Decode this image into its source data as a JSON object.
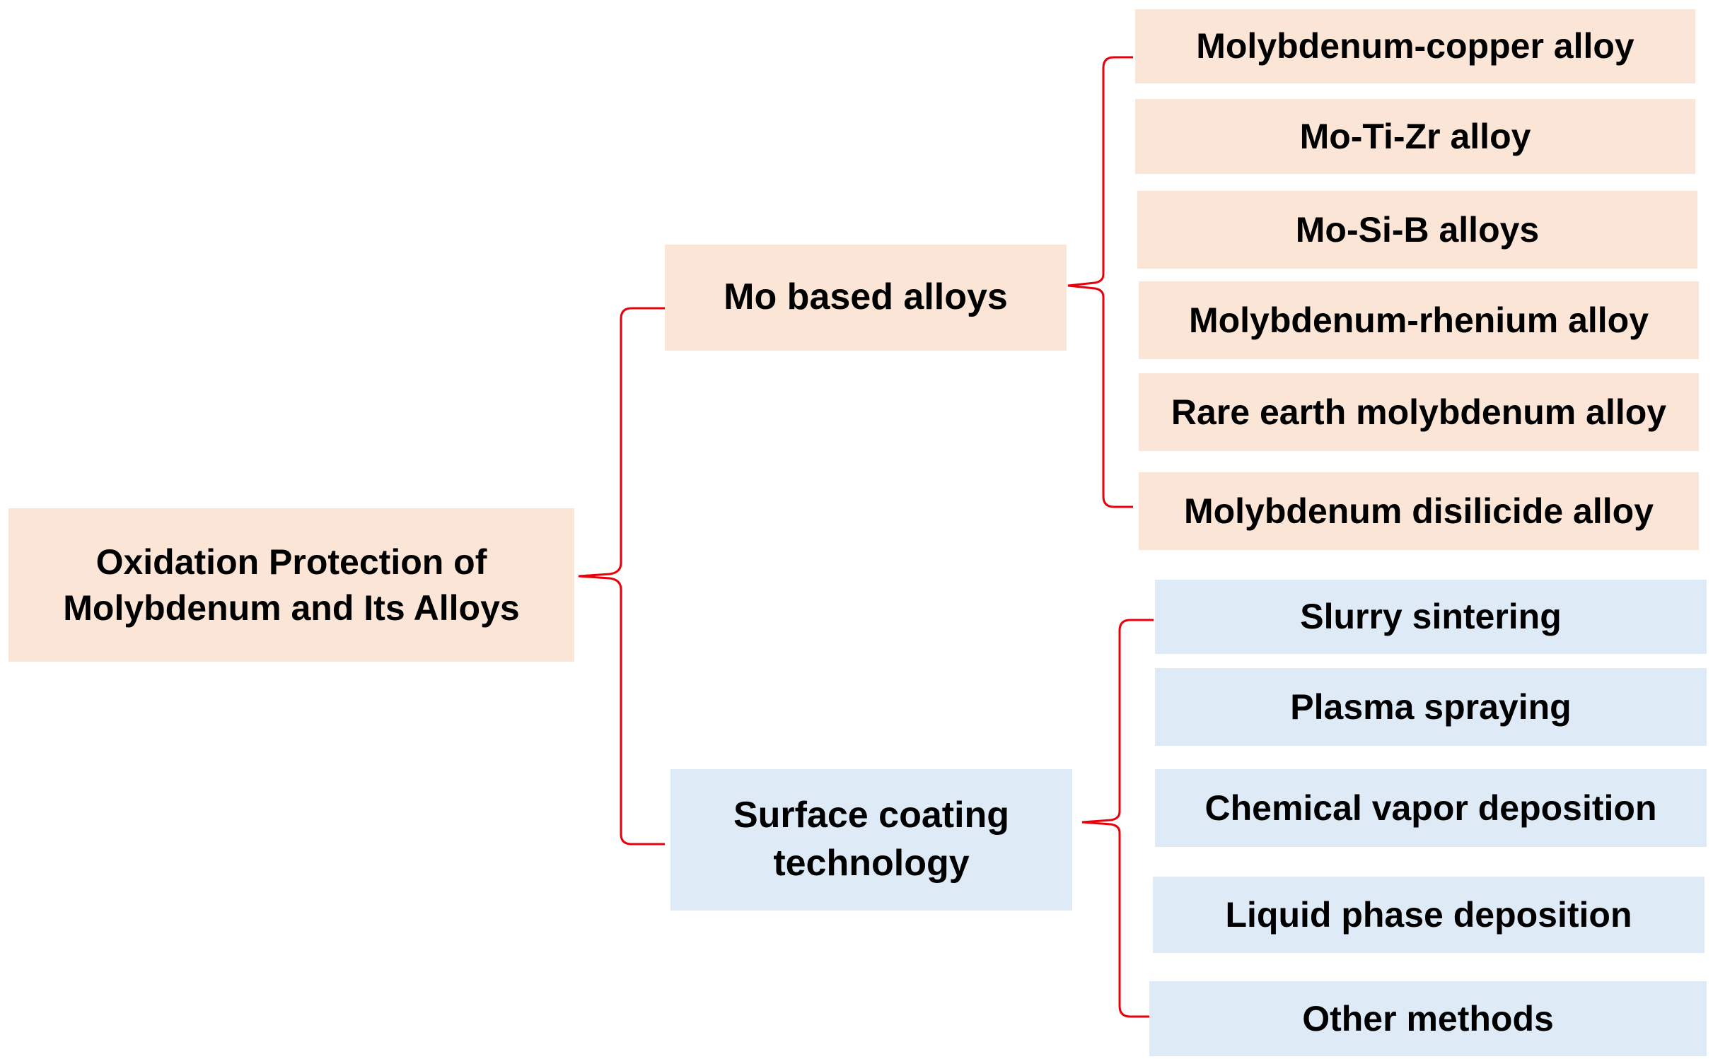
{
  "root": {
    "line1": "Oxidation Protection of",
    "line2": "Molybdenum and Its Alloys"
  },
  "branches": {
    "alloys": {
      "label": "Mo based alloys",
      "items": [
        "Molybdenum-copper alloy",
        "Mo-Ti-Zr alloy",
        "Mo-Si-B alloys",
        "Molybdenum-rhenium alloy",
        "Rare earth molybdenum alloy",
        "Molybdenum disilicide alloy"
      ]
    },
    "coating": {
      "line1": "Surface coating",
      "line2": "technology",
      "items": [
        "Slurry sintering",
        "Plasma spraying",
        "Chemical vapor deposition",
        "Liquid phase deposition",
        "Other methods"
      ]
    }
  },
  "colors": {
    "alloy_fill": "#fbe5d6",
    "coating_fill": "#deebf7",
    "brace": "#e8000b"
  }
}
